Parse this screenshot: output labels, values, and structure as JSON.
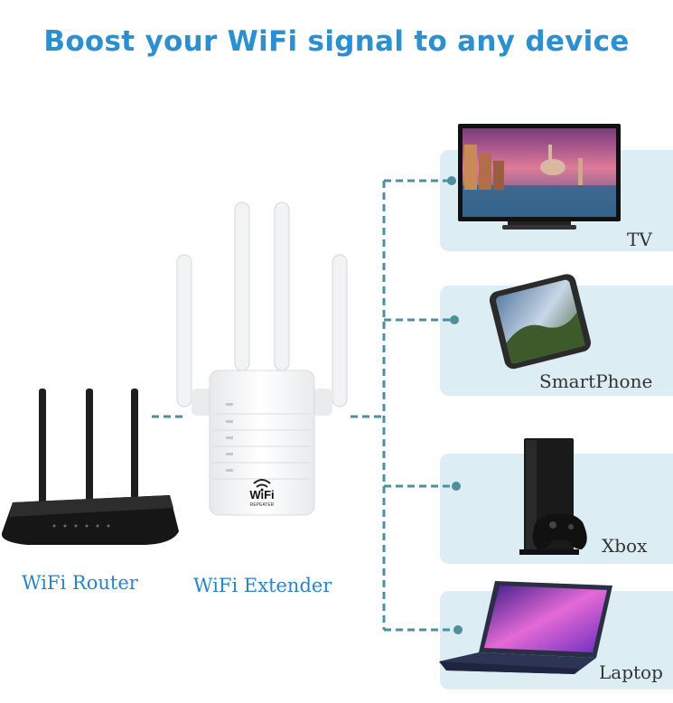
{
  "title": "Boost your WiFi signal to any device",
  "devices": [
    {
      "label": "TV",
      "icon": "tv-icon"
    },
    {
      "label": "SmartPhone",
      "icon": "smartphone-icon"
    },
    {
      "label": "Xbox",
      "icon": "xbox-console-icon"
    },
    {
      "label": "Laptop",
      "icon": "laptop-icon"
    }
  ],
  "router_caption": "WiFi Router",
  "extender_caption": "WiFi Extender",
  "extender_badge": "WiFi",
  "extender_badge_sub": "REPEATER",
  "colors": {
    "accent": "#2c8fd0",
    "panel": "#dcedf3",
    "connector": "#4f8f9b"
  }
}
